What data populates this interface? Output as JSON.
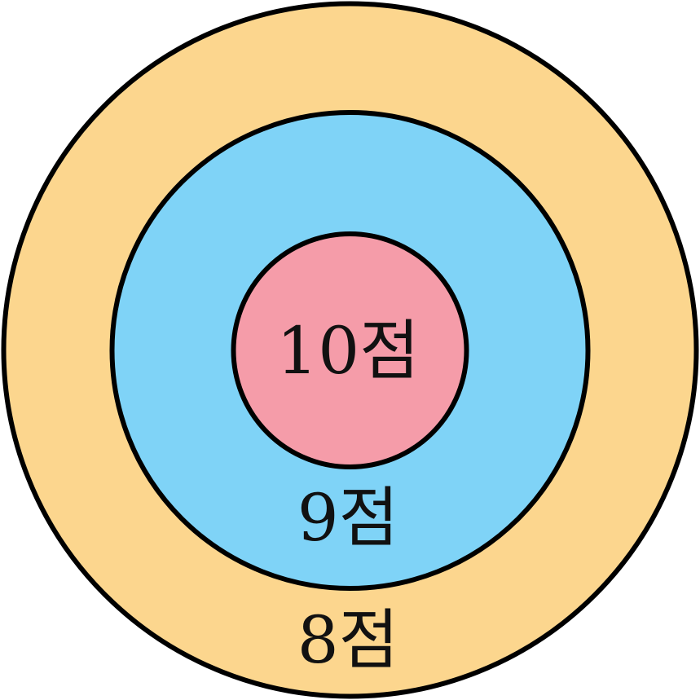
{
  "target": {
    "rings": [
      {
        "label": "8점",
        "color": "#FCD68E"
      },
      {
        "label": "9점",
        "color": "#7FD3F7"
      },
      {
        "label": "10점",
        "color": "#F59CA9"
      }
    ],
    "outline_color": "#000000"
  }
}
